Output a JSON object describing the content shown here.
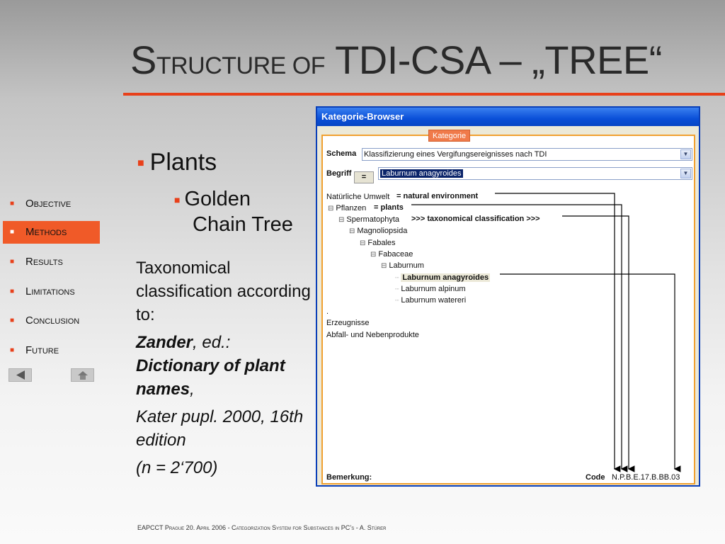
{
  "slide": {
    "title_big1": "S",
    "title_small1": "TRUCTURE OF",
    "title_big2": "TDI-CSA – „TREE“"
  },
  "nav": {
    "items": [
      {
        "label": "Objective"
      },
      {
        "label": "Methods"
      },
      {
        "label": "Results"
      },
      {
        "label": "Limitations"
      },
      {
        "label": "Conclusion"
      },
      {
        "label": "Future"
      }
    ]
  },
  "content": {
    "plants": "Plants",
    "golden_1": "Golden",
    "golden_2": "Chain Tree",
    "taxo_1": "Taxonomical classification according to:",
    "zander": "Zander",
    "ed": ", ed.:",
    "dict": "Dictionary of plant names",
    "dict_comma": ",",
    "kater": "Kater pupl. 2000, 16th edition",
    "count": "(n = 2‘700)"
  },
  "window": {
    "title": "Kategorie-Browser",
    "tab": "Kategorie",
    "schema_label": "Schema",
    "schema_value": "Klassifizierung eines Vergifungsereignisses nach TDI",
    "begriff_label": "Begriff",
    "eq_button": "=",
    "begriff_value": "Laburnum anagyroides",
    "tree": [
      "Natürliche Umwelt",
      "Pflanzen",
      "Spermatophyta",
      "Magnoliopsida",
      "Fabales",
      "Fabaceae",
      "Laburnum",
      "Laburnum anagyroides",
      "Laburnum alpinum",
      "Laburnum watereri",
      ".",
      "Erzeugnisse",
      "Abfall- und Nebenprodukte"
    ],
    "anno_env": "= natural environment",
    "anno_plants": "= plants",
    "anno_taxo": ">>> taxonomical classification >>>",
    "bemerkung_label": "Bemerkung:",
    "code_label": "Code",
    "code_value": "N.P.B.E.17.B.BB.03"
  },
  "footer": "EAPCCT Prague 20. April 2006  -  Categorization System for Substances in PC’s  -  A. Stürer",
  "colors": {
    "accent": "#e8401a",
    "window_blue": "#0a4fd8",
    "panel_border": "#f0a030"
  }
}
